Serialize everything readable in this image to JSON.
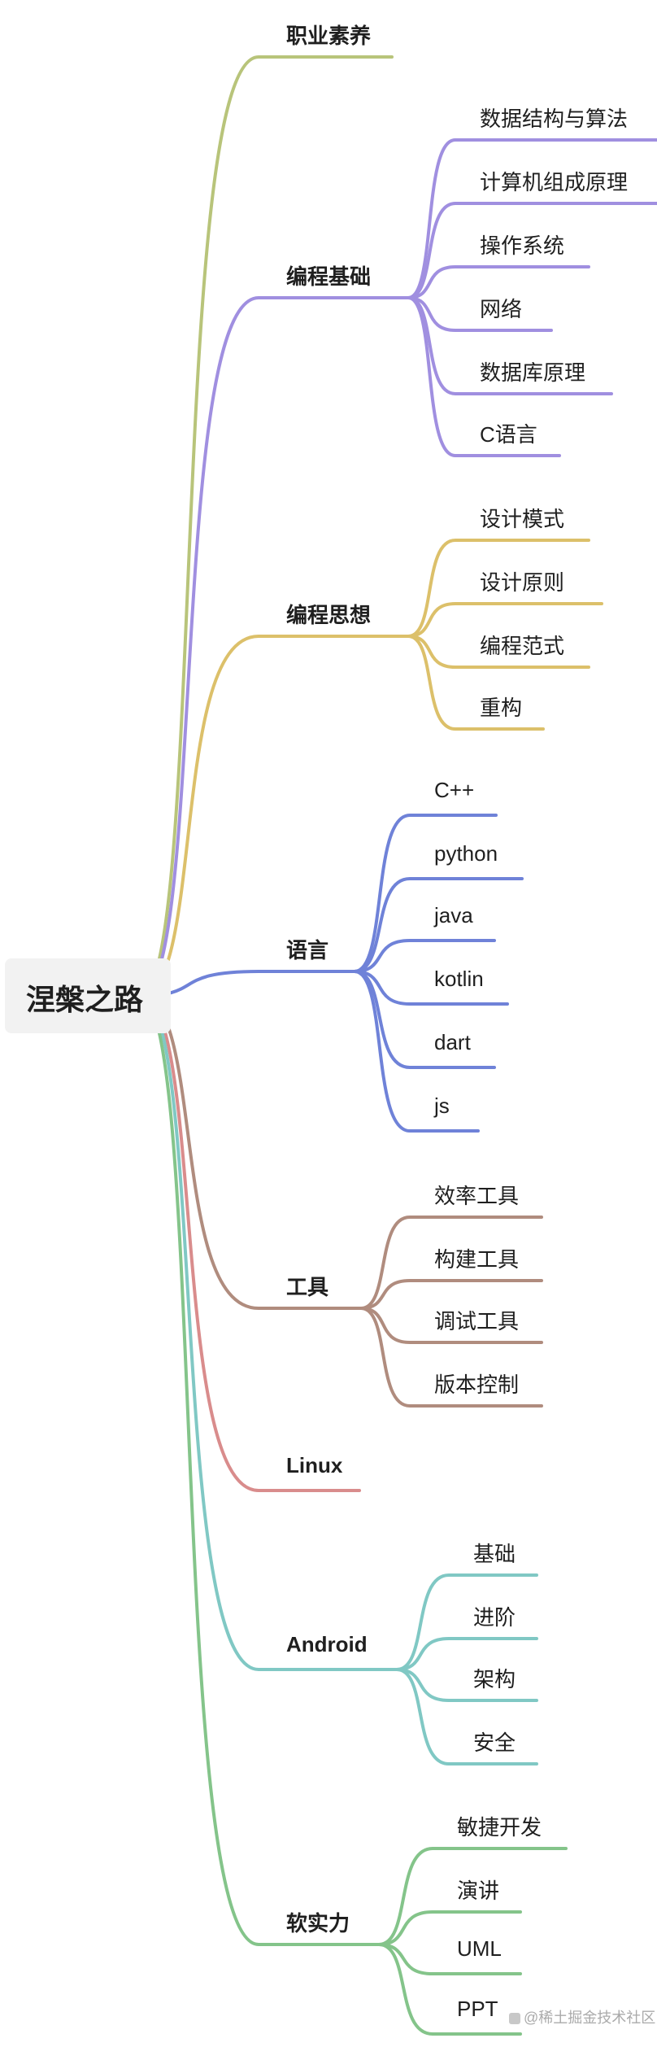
{
  "root": {
    "label": "涅槃之路"
  },
  "branches": [
    {
      "label": "职业素养",
      "color": "#b8c47a",
      "children": []
    },
    {
      "label": "编程基础",
      "color": "#a08fe0",
      "children": [
        "数据结构与算法",
        "计算机组成原理",
        "操作系统",
        "网络",
        "数据库原理",
        "C语言"
      ]
    },
    {
      "label": "编程思想",
      "color": "#dcc06a",
      "children": [
        "设计模式",
        "设计原则",
        "编程范式",
        "重构"
      ]
    },
    {
      "label": "语言",
      "color": "#6f82d8",
      "children": [
        "C++",
        "python",
        "java",
        "kotlin",
        "dart",
        "js"
      ]
    },
    {
      "label": "工具",
      "color": "#b08c7e",
      "children": [
        "效率工具",
        "构建工具",
        "调试工具",
        "版本控制"
      ]
    },
    {
      "label": "Linux",
      "color": "#d98c8c",
      "children": []
    },
    {
      "label": "Android",
      "color": "#80c8c4",
      "children": [
        "基础",
        "进阶",
        "架构",
        "安全"
      ]
    },
    {
      "label": "软实力",
      "color": "#84c48a",
      "children": [
        "敏捷开发",
        "演讲",
        "UML",
        "PPT"
      ]
    }
  ],
  "watermark": "@稀土掘金技术社区"
}
